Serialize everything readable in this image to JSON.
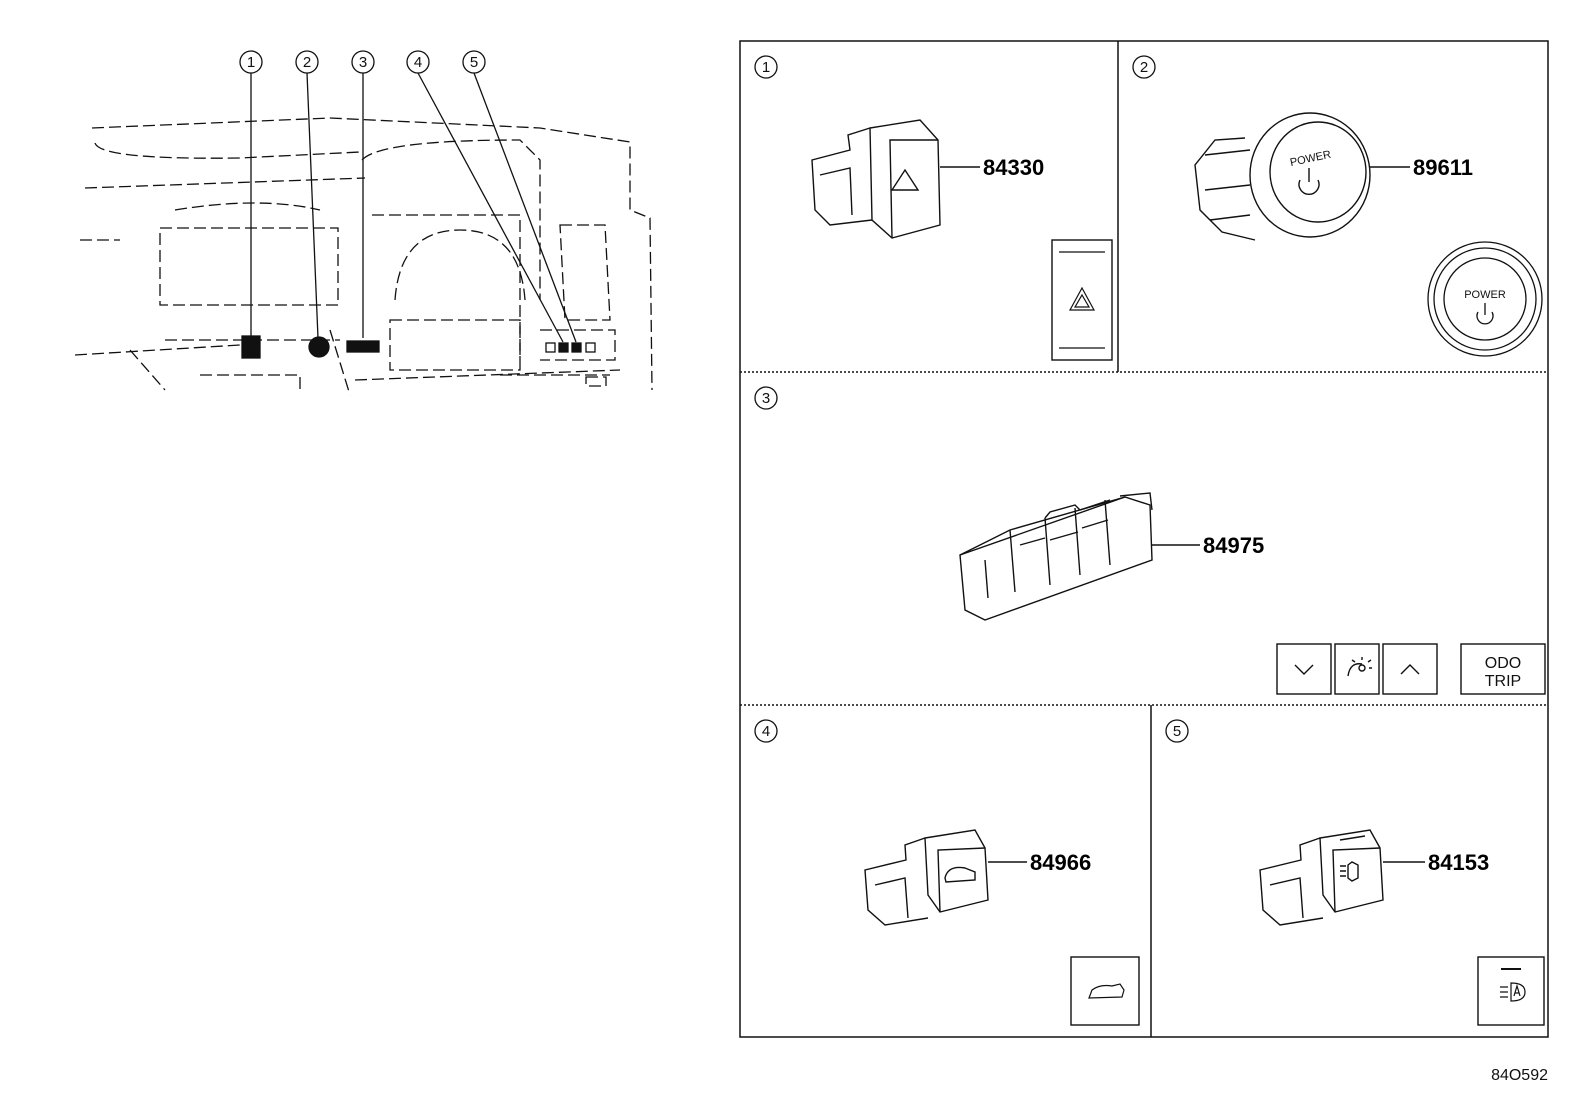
{
  "overview": {
    "callouts": [
      "1",
      "2",
      "3",
      "4",
      "5"
    ]
  },
  "panels": [
    {
      "index": "1",
      "part_number": "84330",
      "icon": "hazard-triangle-icon"
    },
    {
      "index": "2",
      "part_number": "89611",
      "icon": "power-button-icon",
      "button_label": "POWER"
    },
    {
      "index": "3",
      "part_number": "84975",
      "icon": "meter-control-switch-icon",
      "keys": [
        "chevron-down-icon",
        "dash-illumination-icon",
        "chevron-up-icon"
      ],
      "odo_label": "ODO",
      "trip_label": "TRIP"
    },
    {
      "index": "4",
      "part_number": "84966",
      "icon": "vehicle-height-icon"
    },
    {
      "index": "5",
      "part_number": "84153",
      "icon": "auto-high-beam-icon"
    }
  ],
  "drawing_code": "84O592",
  "colors": {
    "line": "#111111",
    "background": "#ffffff"
  }
}
